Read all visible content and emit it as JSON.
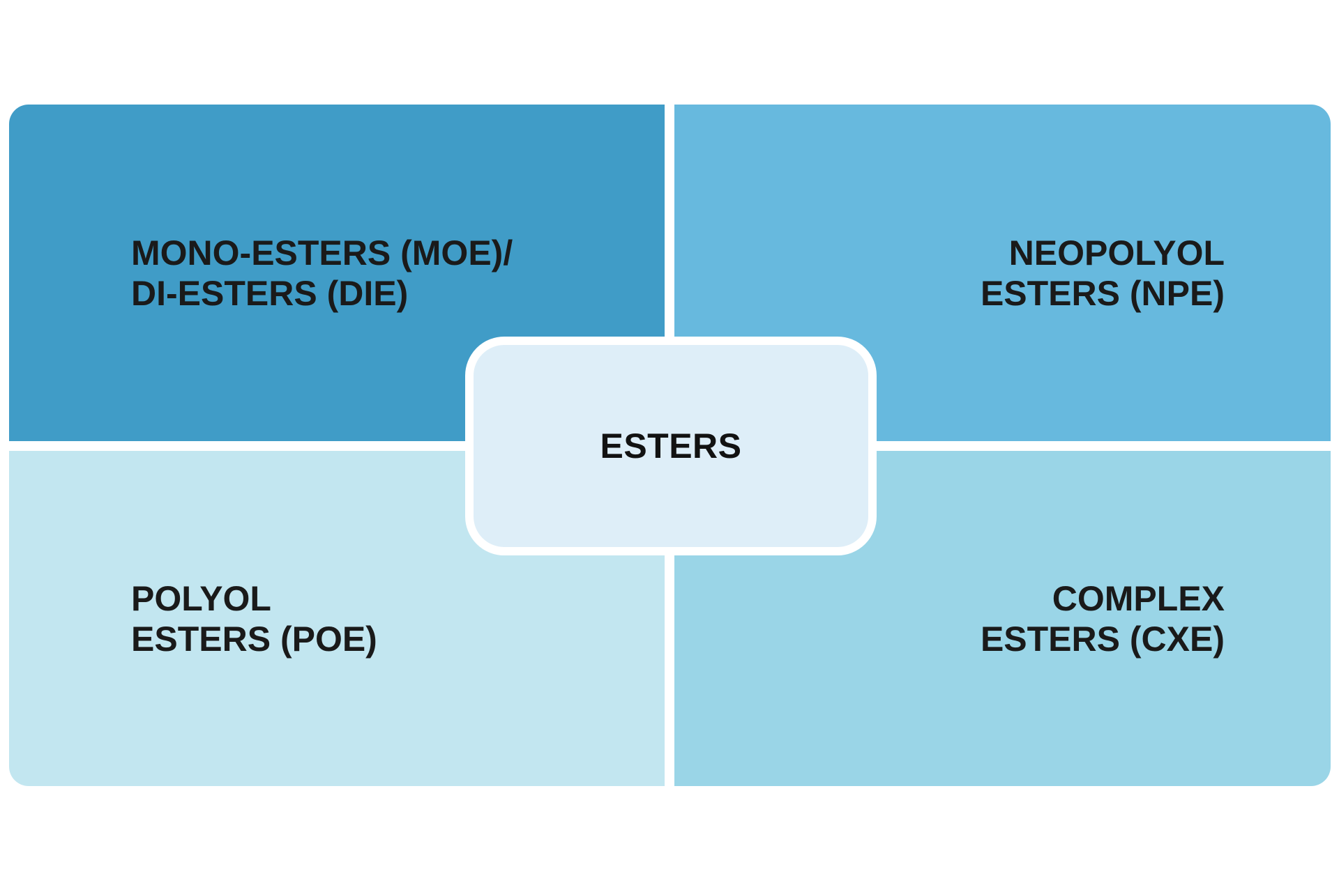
{
  "diagram": {
    "title": "ESTERS",
    "background_color": "#FFFFFF",
    "text_color": "#1A1A1A",
    "divider_color": "#FFFFFF",
    "quadrants": [
      {
        "id": "mono-di-esters",
        "position": "top-left",
        "color": "#409CC7",
        "text_align": "left",
        "label_lines": [
          "MONO-ESTERS (MOE)/",
          "DI-ESTERS (DIE)"
        ],
        "label_full": "MONO-ESTERS (MOE)/ DI-ESTERS (DIE)"
      },
      {
        "id": "neopolyol-esters",
        "position": "top-right",
        "color": "#67B9DE",
        "text_align": "right",
        "label_lines": [
          "NEOPOLYOL",
          "ESTERS (NPE)"
        ],
        "label_full": "NEOPOLYOL ESTERS (NPE)"
      },
      {
        "id": "polyol-esters",
        "position": "bottom-left",
        "color": "#C2E6F0",
        "text_align": "left",
        "label_lines": [
          "POLYOL",
          "ESTERS (POE)"
        ],
        "label_full": "POLYOL ESTERS (POE)"
      },
      {
        "id": "complex-esters",
        "position": "bottom-right",
        "color": "#9AD5E7",
        "text_align": "right",
        "label_lines": [
          "COMPLEX",
          "ESTERS (CXE)"
        ],
        "label_full": "COMPLEX ESTERS (CXE)"
      }
    ],
    "center_box": {
      "label": "ESTERS",
      "fill_color": "#DEEEF8",
      "border_color": "#FFFFFF"
    }
  }
}
